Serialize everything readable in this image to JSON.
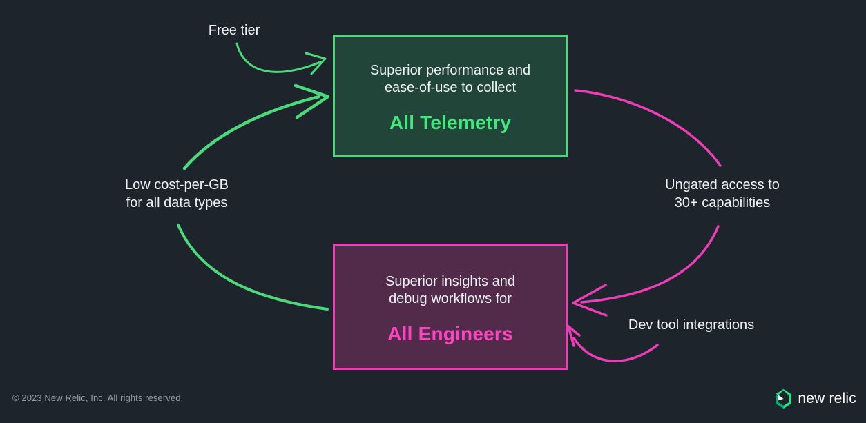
{
  "page": {
    "background": "#1e242c"
  },
  "colors": {
    "green": "#4cd97a",
    "green_box_fill": "#214539",
    "green_title": "#41e87c",
    "pink": "#ee3db6",
    "pink_box_fill": "#522a4a",
    "pink_title": "#fc44c0",
    "text": "#eef2f4",
    "muted_text": "#969da5",
    "logo_light_green": "#1ce783",
    "logo_dark_green": "#00ac69",
    "logo_white": "#ffffff"
  },
  "labels": {
    "free_tier": "Free tier",
    "low_cost_line1": "Low cost-per-GB",
    "low_cost_line2": "for all data types",
    "ungated_line1": "Ungated access to",
    "ungated_line2": "30+ capabilities",
    "dev_tools": "Dev tool integrations"
  },
  "boxes": {
    "telemetry": {
      "line1": "Superior performance and",
      "line2": "ease-of-use to collect",
      "title": "All Telemetry"
    },
    "engineers": {
      "line1": "Superior insights and",
      "line2": "debug workflows for",
      "title": "All Engineers"
    }
  },
  "footer": {
    "copyright": "© 2023 New Relic, Inc. All rights reserved.",
    "brand": "new relic"
  }
}
